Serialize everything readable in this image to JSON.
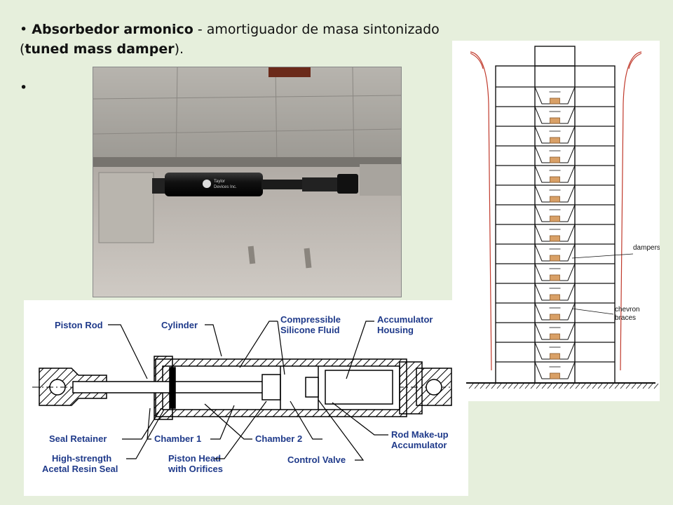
{
  "slide": {
    "bullet1": {
      "marker": "•",
      "bold_start": "Absorbedor armonico",
      "normal": " - amortiguador de masa sintonizado (",
      "bold_end": "tuned mass damper",
      "close": ")."
    },
    "bullet2": {
      "marker": "•"
    }
  },
  "photo": {
    "label_line1": "Taylor",
    "label_line2": "Devices Inc."
  },
  "damper_diagram": {
    "piston_rod": "Piston Rod",
    "cylinder": "Cylinder",
    "fluid_line1": "Compressible",
    "fluid_line2": "Silicone Fluid",
    "housing_line1": "Accumulator",
    "housing_line2": "Housing",
    "seal_retainer": "Seal Retainer",
    "chamber1": "Chamber 1",
    "chamber2": "Chamber 2",
    "makeup_line1": "Rod Make-up",
    "makeup_line2": "Accumulator",
    "seal_line1": "High-strength",
    "seal_line2": "Acetal Resin Seal",
    "head_line1": "Piston Head",
    "head_line2": "with Orifices",
    "control_valve": "Control Valve"
  },
  "building": {
    "dampers_label": "dampers",
    "chevron_line1": "chevron",
    "chevron_line2": "braces",
    "line_color": "#111111",
    "sway_color": "#c0392b",
    "damper_color": "#d9a066"
  },
  "colors": {
    "background": "#e6efdc",
    "diagram_label": "#1f3a8a"
  }
}
